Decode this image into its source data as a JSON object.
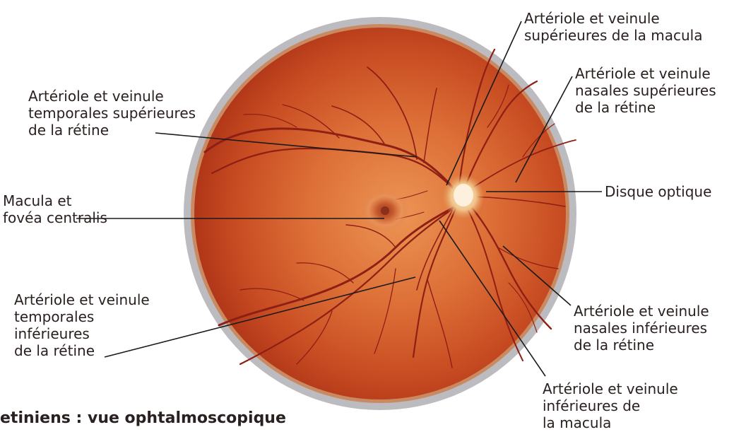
{
  "labels": {
    "sup_macula": [
      "Artériole et veinule",
      "supérieures de la macula"
    ],
    "nasal_sup": [
      "Artériole et veinule",
      "nasales supérieures",
      "de la rétine"
    ],
    "temporal_sup": [
      "Artériole et veinule",
      "temporales supérieures",
      "de la rétine"
    ],
    "macula": [
      "Macula et",
      "fovéa centralis"
    ],
    "disc": [
      "Disque optique"
    ],
    "temporal_inf": [
      "Artériole et veinule",
      "temporales",
      "inférieures",
      "de la rétine"
    ],
    "nasal_inf": [
      "Artériole et veinule",
      "nasales inférieures",
      "de la rétine"
    ],
    "inf_macula": [
      "Artériole et veinule",
      "inférieures de",
      "la macula"
    ]
  },
  "caption": "etiniens : vue ophtalmoscopique",
  "colors": {
    "fundus_center": "#e27a3f",
    "fundus_edge": "#b6381a",
    "rim": "#b9b9bd",
    "vessel": "#8e1f14",
    "disc": "#f3d9a8",
    "macula": "#b04a28",
    "leader": "#1a1a1a"
  }
}
